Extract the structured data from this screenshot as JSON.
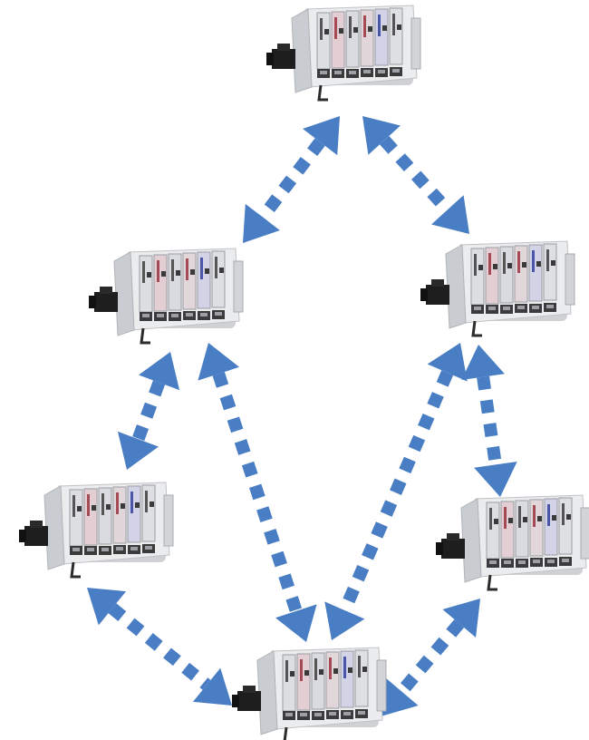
{
  "diagram": {
    "type": "mesh-network",
    "device_kind": "din-rail-terminal-module",
    "nodes": [
      {
        "id": "node-top"
      },
      {
        "id": "node-upper-left"
      },
      {
        "id": "node-upper-right"
      },
      {
        "id": "node-lower-left"
      },
      {
        "id": "node-lower-right"
      },
      {
        "id": "node-bottom"
      }
    ],
    "links": [
      {
        "from": "node-top",
        "to": "node-upper-left",
        "style": "dashed-bidirectional"
      },
      {
        "from": "node-top",
        "to": "node-upper-right",
        "style": "dashed-bidirectional"
      },
      {
        "from": "node-upper-left",
        "to": "node-lower-left",
        "style": "dashed-bidirectional"
      },
      {
        "from": "node-upper-left",
        "to": "node-bottom",
        "style": "dashed-bidirectional"
      },
      {
        "from": "node-upper-right",
        "to": "node-bottom",
        "style": "dashed-bidirectional"
      },
      {
        "from": "node-upper-right",
        "to": "node-lower-right",
        "style": "dashed-bidirectional"
      },
      {
        "from": "node-lower-left",
        "to": "node-bottom",
        "style": "dashed-bidirectional"
      },
      {
        "from": "node-lower-right",
        "to": "node-bottom",
        "style": "dashed-bidirectional"
      }
    ],
    "colors": {
      "arrow": "#4a7ec4",
      "device_body": "#e7e8ea",
      "device_front": "#d6d8db",
      "device_dark": "#2c2c2c",
      "background": "#ffffff"
    }
  }
}
